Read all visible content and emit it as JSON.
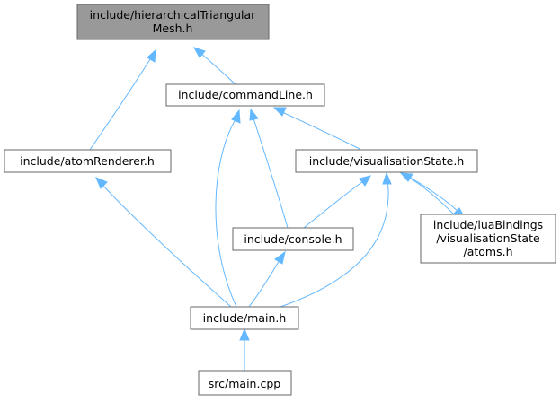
{
  "graph": {
    "edge_color": "#63b8ff",
    "root_fill": "#999999",
    "node_fill": "#ffffff",
    "node_stroke": "#666666",
    "nodes": [
      {
        "id": "n_hier",
        "lines": [
          "include/hierarchicalTriangular",
          "Mesh.h"
        ],
        "root": true
      },
      {
        "id": "n_cmd",
        "lines": [
          "include/commandLine.h"
        ]
      },
      {
        "id": "n_atom",
        "lines": [
          "include/atomRenderer.h"
        ]
      },
      {
        "id": "n_vis",
        "lines": [
          "include/visualisationState.h"
        ]
      },
      {
        "id": "n_console",
        "lines": [
          "include/console.h"
        ]
      },
      {
        "id": "n_lua",
        "lines": [
          "include/luaBindings",
          "/visualisationState",
          "/atoms.h"
        ]
      },
      {
        "id": "n_main",
        "lines": [
          "include/main.h"
        ]
      },
      {
        "id": "n_src",
        "lines": [
          "src/main.cpp"
        ]
      }
    ],
    "edges": [
      {
        "from": "n_atom",
        "to": "n_hier"
      },
      {
        "from": "n_cmd",
        "to": "n_hier"
      },
      {
        "from": "n_vis",
        "to": "n_cmd"
      },
      {
        "from": "n_console",
        "to": "n_cmd"
      },
      {
        "from": "n_main",
        "to": "n_cmd"
      },
      {
        "from": "n_main",
        "to": "n_atom"
      },
      {
        "from": "n_console",
        "to": "n_vis"
      },
      {
        "from": "n_lua",
        "to": "n_vis"
      },
      {
        "from": "n_vis",
        "to": "n_lua"
      },
      {
        "from": "n_main",
        "to": "n_vis"
      },
      {
        "from": "n_main",
        "to": "n_console"
      },
      {
        "from": "n_src",
        "to": "n_main"
      }
    ]
  }
}
